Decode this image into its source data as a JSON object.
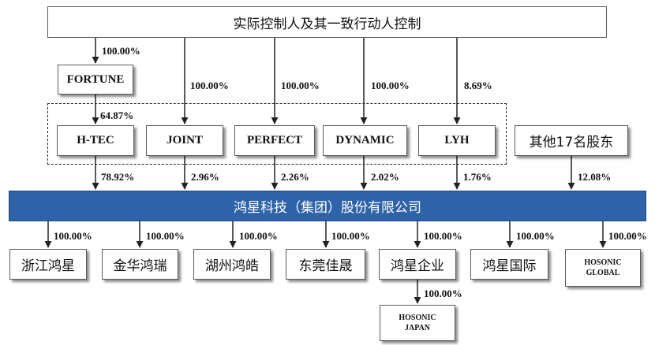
{
  "top": {
    "label": "实际控制人及其一致行动人控制"
  },
  "fortune": {
    "label": "FORTUNE",
    "pct_in": "100.00%"
  },
  "holders": [
    {
      "label": "H-TEC",
      "pct_in": "64.87%",
      "pct_out": "78.92%"
    },
    {
      "label": "JOINT",
      "pct_in": "100.00%",
      "pct_out": "2.96%"
    },
    {
      "label": "PERFECT",
      "pct_in": "100.00%",
      "pct_out": "2.26%"
    },
    {
      "label": "DYNAMIC",
      "pct_in": "100.00%",
      "pct_out": "2.02%"
    },
    {
      "label": "LYH",
      "pct_in": "8.69%",
      "pct_out": "1.76%"
    }
  ],
  "others": {
    "label": "其他17名股东",
    "pct_out": "12.08%"
  },
  "company": {
    "label": "鸿星科技（集团）股份有限公司"
  },
  "subsidiaries": [
    {
      "label": "浙江鸿星",
      "pct": "100.00%"
    },
    {
      "label": "金华鸿瑞",
      "pct": "100.00%"
    },
    {
      "label": "湖州鸿皓",
      "pct": "100.00%"
    },
    {
      "label": "东莞佳晟",
      "pct": "100.00%"
    },
    {
      "label": "鸿星企业",
      "pct": "100.00%"
    },
    {
      "label": "鸿星国际",
      "pct": "100.00%"
    },
    {
      "label": "HOSONIC GLOBAL",
      "pct": "100.00%"
    }
  ],
  "japan": {
    "label": "HOSONIC JAPAN",
    "pct": "100.00%"
  }
}
